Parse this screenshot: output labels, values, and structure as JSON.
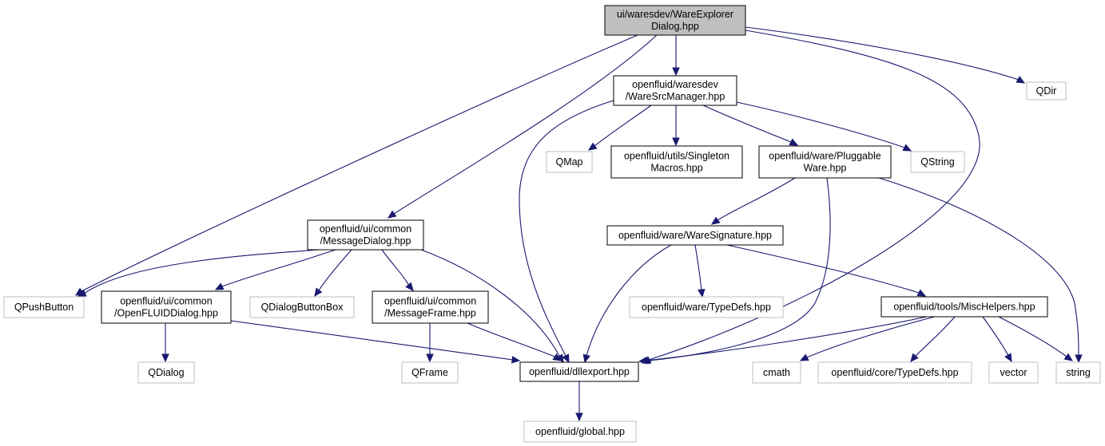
{
  "colors": {
    "edge": "#191970",
    "root_fill": "#bfbfbf",
    "node_border": "#000000",
    "external_border": "#bfbfbf",
    "background": "#ffffff"
  },
  "nodes": [
    {
      "id": "root",
      "lines": [
        "ui/waresdev/WareExplorer",
        "Dialog.hpp"
      ],
      "kind": "root"
    },
    {
      "id": "wsm",
      "lines": [
        "openfluid/waresdev",
        "/WareSrcManager.hpp"
      ],
      "kind": "internal"
    },
    {
      "id": "qdir",
      "lines": [
        "QDir"
      ],
      "kind": "external"
    },
    {
      "id": "qmap",
      "lines": [
        "QMap"
      ],
      "kind": "external"
    },
    {
      "id": "sing",
      "lines": [
        "openfluid/utils/Singleton",
        "Macros.hpp"
      ],
      "kind": "internal"
    },
    {
      "id": "plug",
      "lines": [
        "openfluid/ware/Pluggable",
        "Ware.hpp"
      ],
      "kind": "internal"
    },
    {
      "id": "qstring",
      "lines": [
        "QString"
      ],
      "kind": "external"
    },
    {
      "id": "msgdlg",
      "lines": [
        "openfluid/ui/common",
        "/MessageDialog.hpp"
      ],
      "kind": "internal"
    },
    {
      "id": "wsig",
      "lines": [
        "openfluid/ware/WareSignature.hpp"
      ],
      "kind": "internal"
    },
    {
      "id": "qpush",
      "lines": [
        "QPushButton"
      ],
      "kind": "external"
    },
    {
      "id": "ofdlg",
      "lines": [
        "openfluid/ui/common",
        "/OpenFLUIDDialog.hpp"
      ],
      "kind": "internal"
    },
    {
      "id": "qdbb",
      "lines": [
        "QDialogButtonBox"
      ],
      "kind": "external"
    },
    {
      "id": "msgframe",
      "lines": [
        "openfluid/ui/common",
        "/MessageFrame.hpp"
      ],
      "kind": "internal"
    },
    {
      "id": "typedefs",
      "lines": [
        "openfluid/ware/TypeDefs.hpp"
      ],
      "kind": "external"
    },
    {
      "id": "misc",
      "lines": [
        "openfluid/tools/MiscHelpers.hpp"
      ],
      "kind": "internal"
    },
    {
      "id": "qdialog",
      "lines": [
        "QDialog"
      ],
      "kind": "external"
    },
    {
      "id": "qframe",
      "lines": [
        "QFrame"
      ],
      "kind": "external"
    },
    {
      "id": "dll",
      "lines": [
        "openfluid/dllexport.hpp"
      ],
      "kind": "internal"
    },
    {
      "id": "cmath",
      "lines": [
        "cmath"
      ],
      "kind": "external"
    },
    {
      "id": "coretd",
      "lines": [
        "openfluid/core/TypeDefs.hpp"
      ],
      "kind": "external"
    },
    {
      "id": "vector",
      "lines": [
        "vector"
      ],
      "kind": "external"
    },
    {
      "id": "string",
      "lines": [
        "string"
      ],
      "kind": "external"
    },
    {
      "id": "global",
      "lines": [
        "openfluid/global.hpp"
      ],
      "kind": "external"
    }
  ],
  "edges": [
    {
      "from": "root",
      "to": "wsm"
    },
    {
      "from": "root",
      "to": "qdir"
    },
    {
      "from": "root",
      "to": "msgdlg"
    },
    {
      "from": "root",
      "to": "qpush"
    },
    {
      "from": "root",
      "to": "dll"
    },
    {
      "from": "wsm",
      "to": "qmap"
    },
    {
      "from": "wsm",
      "to": "sing"
    },
    {
      "from": "wsm",
      "to": "plug"
    },
    {
      "from": "wsm",
      "to": "qstring"
    },
    {
      "from": "wsm",
      "to": "dll"
    },
    {
      "from": "plug",
      "to": "wsig"
    },
    {
      "from": "plug",
      "to": "dll"
    },
    {
      "from": "plug",
      "to": "string"
    },
    {
      "from": "msgdlg",
      "to": "qpush"
    },
    {
      "from": "msgdlg",
      "to": "ofdlg"
    },
    {
      "from": "msgdlg",
      "to": "qdbb"
    },
    {
      "from": "msgdlg",
      "to": "msgframe"
    },
    {
      "from": "msgdlg",
      "to": "dll"
    },
    {
      "from": "wsig",
      "to": "typedefs"
    },
    {
      "from": "wsig",
      "to": "misc"
    },
    {
      "from": "wsig",
      "to": "dll"
    },
    {
      "from": "ofdlg",
      "to": "qdialog"
    },
    {
      "from": "ofdlg",
      "to": "dll"
    },
    {
      "from": "msgframe",
      "to": "qframe"
    },
    {
      "from": "msgframe",
      "to": "dll"
    },
    {
      "from": "misc",
      "to": "dll"
    },
    {
      "from": "misc",
      "to": "cmath"
    },
    {
      "from": "misc",
      "to": "coretd"
    },
    {
      "from": "misc",
      "to": "vector"
    },
    {
      "from": "misc",
      "to": "string"
    },
    {
      "from": "dll",
      "to": "global"
    }
  ]
}
